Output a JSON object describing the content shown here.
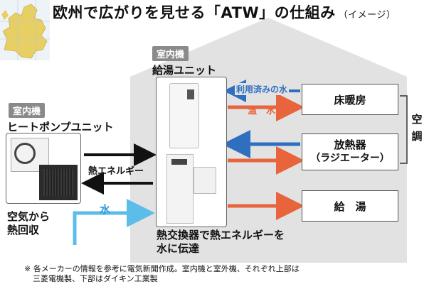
{
  "title": {
    "main": "欧州で広がりを見せる「ATW」の仕組み",
    "sub": "（イメージ）"
  },
  "indoor_unit": {
    "tag": "室内機",
    "name": "給湯ユニット"
  },
  "outdoor_unit": {
    "tag": "室内機",
    "name": "ヒートポンプユニット"
  },
  "left_caption": [
    "空気から",
    "熱回収"
  ],
  "bottom_caption": [
    "熱交換器で熱エネルギーを",
    "水に伝達"
  ],
  "flows": {
    "heat_energy": "熱エネルギー",
    "water": "水",
    "used_water": "利用済みの水",
    "hot_water": "温　水"
  },
  "destinations": {
    "floor_heating": "床暖房",
    "radiator": "放熱器",
    "radiator_sub": "（ラジエーター）",
    "hot_water_supply": "給　湯"
  },
  "ac_side": [
    "空",
    "調"
  ],
  "footnote": [
    "※ 各メーカーの情報を参考に電気新聞作成。室内機と室外機、それぞれ上部は",
    "三菱電機製、下部はダイキン工業製"
  ],
  "colors": {
    "hot": "#e8643c",
    "cold": "#2f6fc0",
    "light_blue": "#5bbde8",
    "house": "#e2e2e2",
    "tag_gray": "#8a8a8a"
  }
}
